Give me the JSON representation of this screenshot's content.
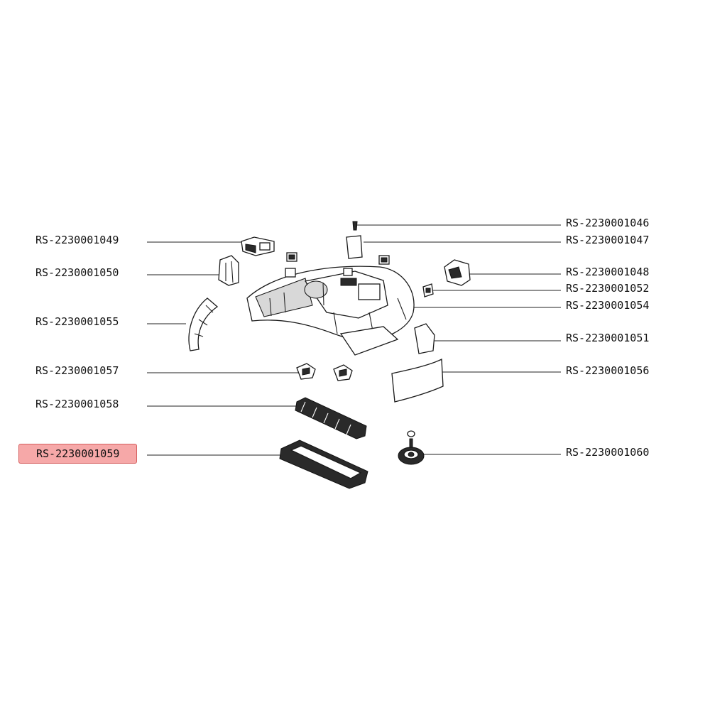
{
  "highlight_color": "#f08080",
  "labels": {
    "p1046": "RS-2230001046",
    "p1047": "RS-2230001047",
    "p1048": "RS-2230001048",
    "p1049": "RS-2230001049",
    "p1050": "RS-2230001050",
    "p1051": "RS-2230001051",
    "p1052": "RS-2230001052",
    "p1054": "RS-2230001054",
    "p1055": "RS-2230001055",
    "p1056": "RS-2230001056",
    "p1057": "RS-2230001057",
    "p1058": "RS-2230001058",
    "p1059": "RS-2230001059",
    "p1060": "RS-2230001060"
  },
  "selected_part": "RS-2230001059"
}
